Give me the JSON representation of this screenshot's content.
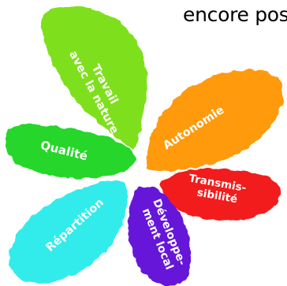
{
  "heading": "encore pos",
  "petals": [
    {
      "id": "travail",
      "lines": [
        "Travail",
        "avec la nature"
      ],
      "color": "#7ee01a"
    },
    {
      "id": "qualite",
      "lines": [
        "Qualité"
      ],
      "color": "#26d62a"
    },
    {
      "id": "autonomie",
      "lines": [
        "Autonomie"
      ],
      "color": "#ff9a0a"
    },
    {
      "id": "transmissibilite",
      "lines": [
        "Transmis-",
        "sibilité"
      ],
      "color": "#f21a1a"
    },
    {
      "id": "developpement",
      "lines": [
        "Développe-",
        "ment local"
      ],
      "color": "#6612d9"
    },
    {
      "id": "repartition",
      "lines": [
        "Répartition"
      ],
      "color": "#31ecec"
    }
  ]
}
